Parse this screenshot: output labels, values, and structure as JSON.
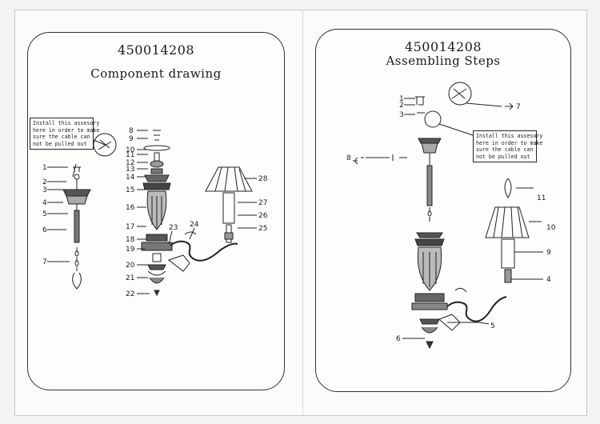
{
  "left_panel": {
    "model_number": "450014208",
    "heading": "Component drawing",
    "note_lines": [
      "Install this assesory",
      "here in order to make",
      "sure the cable can",
      "not be pulled out"
    ],
    "part_labels": [
      "1",
      "2",
      "3",
      "4",
      "5",
      "6",
      "7",
      "8",
      "9",
      "10",
      "11",
      "12",
      "13",
      "14",
      "15",
      "16",
      "17",
      "18",
      "19",
      "20",
      "21",
      "22",
      "23",
      "24",
      "25",
      "26",
      "27",
      "28"
    ]
  },
  "right_panel": {
    "model_number": "450014208",
    "heading": "Assembling Steps",
    "note_lines": [
      "Install this assesory",
      "here in order to make",
      "sure the cable can",
      "not be pulled out"
    ],
    "step_labels": [
      "1",
      "2",
      "3",
      "4",
      "5",
      "6",
      "7",
      "8",
      "9",
      "10",
      "11"
    ]
  }
}
